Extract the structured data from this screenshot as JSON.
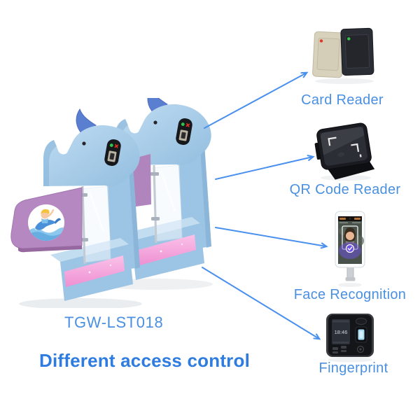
{
  "product": {
    "model": "TGW-LST018",
    "tagline": "Different access control"
  },
  "devices": [
    {
      "id": "card-reader",
      "label": "Card Reader"
    },
    {
      "id": "qr-code-reader",
      "label": "QR Code Reader"
    },
    {
      "id": "face-recognition",
      "label": "Face Recognition"
    },
    {
      "id": "fingerprint",
      "label": "Fingerprint",
      "screen_time": "18:46"
    }
  ],
  "colors": {
    "label_blue": "#4a90e2",
    "tagline_blue": "#2e7ce0",
    "arrow_blue": "#4a90ee",
    "gate_body": "#a6cce9",
    "gate_fin": "#5b7fd0",
    "gate_flap": "#b588c2",
    "gate_base_strip": "#f2a6da",
    "led_green": "#2fc54b",
    "led_red": "#e23420",
    "fingerprint_glow": "#a8dcf2"
  }
}
